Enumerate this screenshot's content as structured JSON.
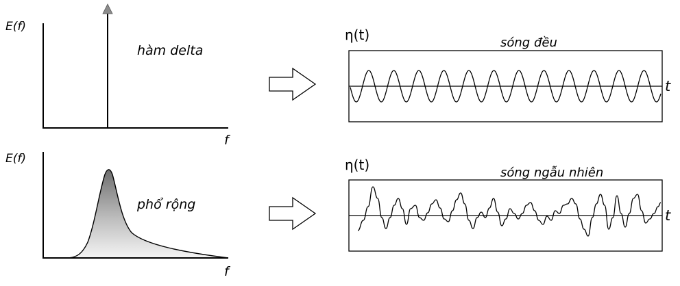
{
  "top_panel": {
    "spectrum_ylabel": "E(f)",
    "spectrum_xlabel": "f",
    "spectrum_label": "hàm delta",
    "wave_ylabel": "η(t)",
    "wave_title": "sóng đều",
    "wave_xlabel": "t"
  },
  "bottom_panel": {
    "spectrum_ylabel": "E(f)",
    "spectrum_xlabel": "f",
    "spectrum_label": "phổ rộng",
    "wave_ylabel": "η(t)",
    "wave_title": "sóng ngẫu nhiên",
    "wave_xlabel": "t"
  },
  "colors": {
    "line": "#000000",
    "arrow_head": "#8c8c8c",
    "fill_dark": "#6e6e6e",
    "fill_light": "#f4f4f4"
  }
}
